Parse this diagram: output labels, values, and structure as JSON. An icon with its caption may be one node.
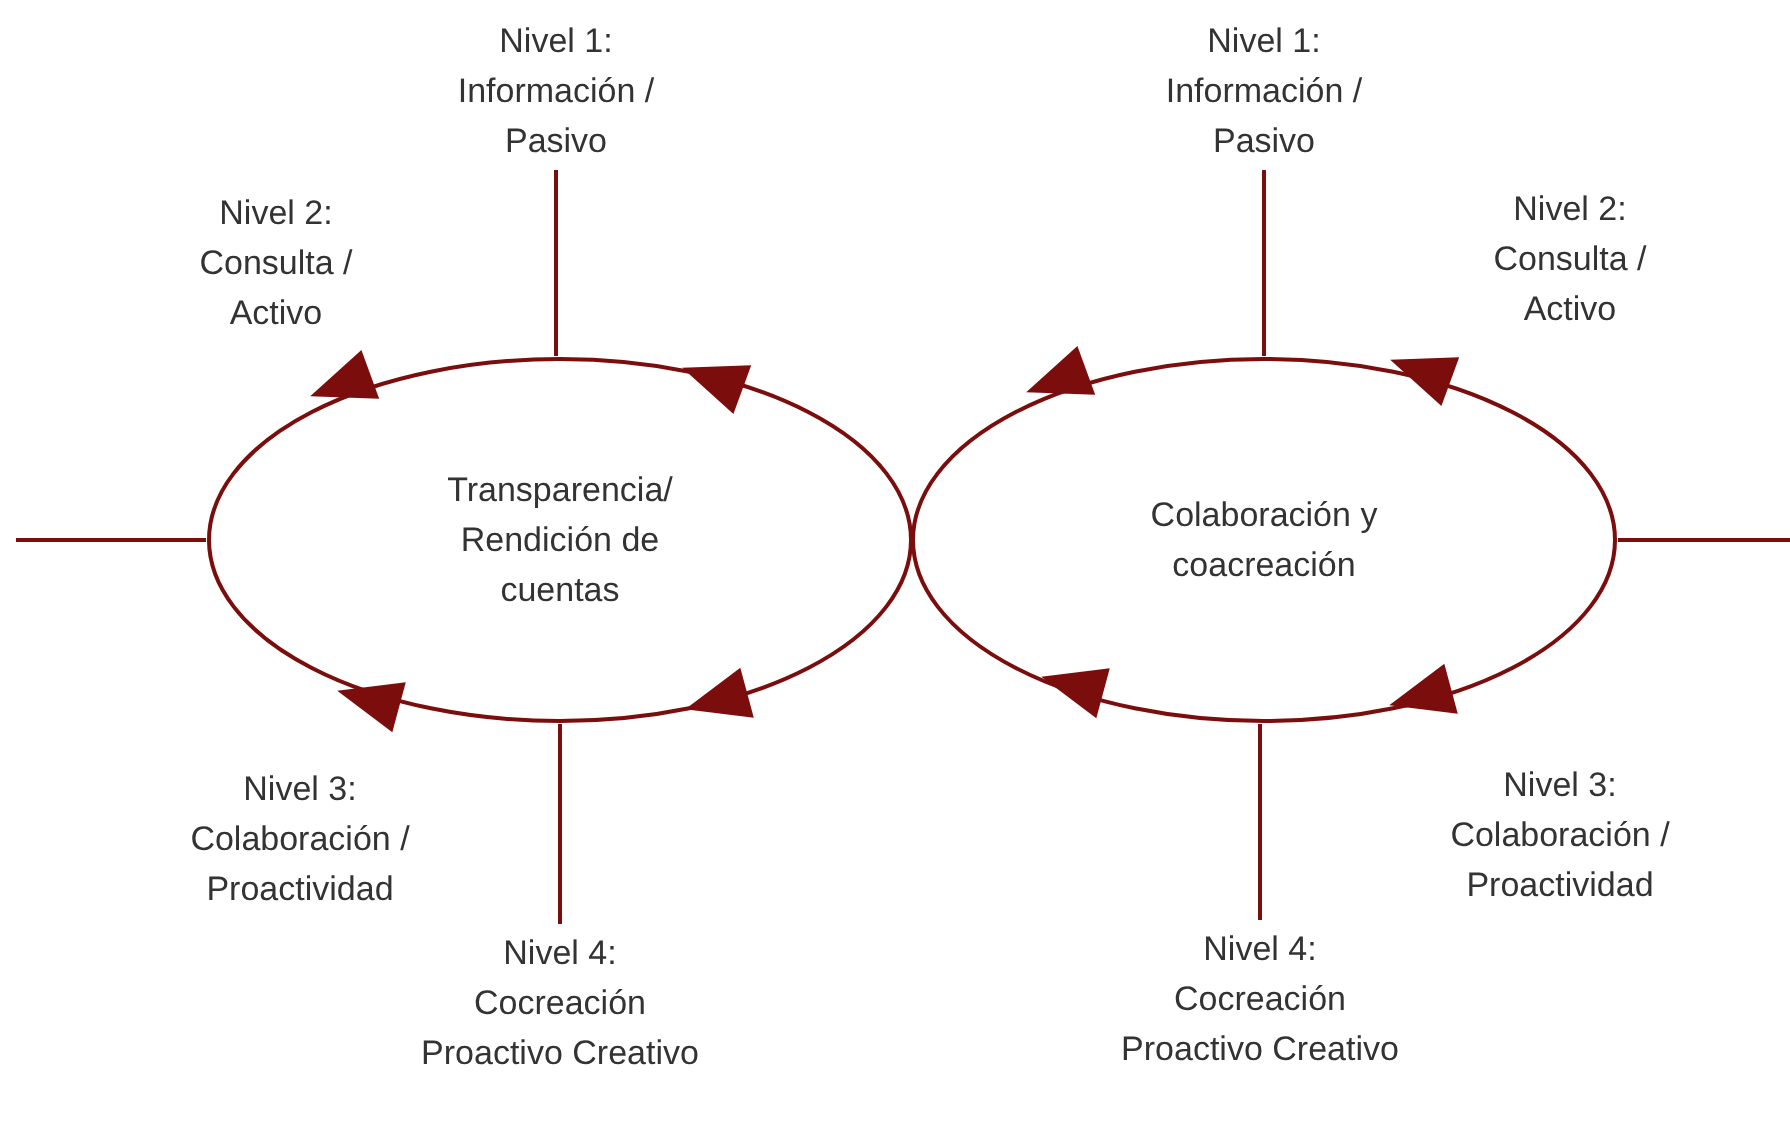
{
  "diagram": {
    "nodes": [
      {
        "text": [
          "Transparencia/ Rendición de cuentas"
        ]
      },
      {
        "text": [
          "Colaboración y coacreación"
        ]
      },
      {
        "text": [
          "Nivel 1: Información / Pasivo"
        ]
      },
      {
        "text": [
          "Nivel 4: Cocreación Proactivo Creativo"
        ]
      },
      {
        "text": [
          "Nivel 1: Información / Pasivo"
        ]
      },
      {
        "text": [
          "Nivel 4: Cocreación Proactivo Creativo"
        ]
      }
    ],
    "edges": [
      {
        "from": 2,
        "to": 0,
        "arrow": "none"
      },
      {
        "from": 0,
        "to": 3,
        "arrow": "none"
      },
      {
        "from": null,
        "to": 0,
        "arrow": "none"
      },
      {
        "from": 4,
        "to": 1,
        "arrow": "none"
      },
      {
        "from": 1,
        "to": 5,
        "arrow": "none"
      },
      {
        "from": 1,
        "to": null,
        "arrow": "none"
      }
    ],
    "labels": [
      "Nivel 2: Consulta / Activo",
      "Nivel 3: Colaboración / Proactividad",
      "Nivel 2: Consulta / Activo",
      "Nivel 3: Colaboración / Proactividad"
    ]
  }
}
